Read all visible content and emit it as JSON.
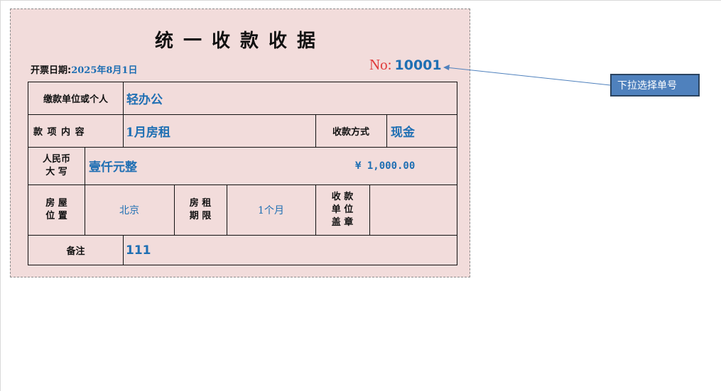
{
  "receipt": {
    "title": "统一收款收据",
    "date_label": "开票日期:",
    "date_value": "2025年8月1日",
    "no_label": "No:",
    "no_value": "10001"
  },
  "rows": {
    "payer_label": "缴款单位或个人",
    "payer_value": "轻办公",
    "item_label": "款 项 内 容",
    "item_value": "1月房租",
    "method_label": "收款方式",
    "method_value": "现金",
    "rmb_label_1": "人民币",
    "rmb_label_2": "大 写",
    "rmb_words": "壹仟元整",
    "amount": "¥ 1,000.00",
    "location_label_1": "房 屋",
    "location_label_2": "位 置",
    "location_value": "北京",
    "term_label_1": "房 租",
    "term_label_2": "期 限",
    "term_value": "1个月",
    "seal_label_1": "收 款",
    "seal_label_2": "单 位",
    "seal_label_3": "盖 章",
    "remark_label": "备注",
    "remark_value": "111"
  },
  "callout": {
    "text": "下拉选择单号"
  },
  "colors": {
    "paper": "#f2dcdb",
    "value_blue": "#1f6fb3",
    "no_red": "#e03a3a",
    "callout_blue": "#4f81bd"
  }
}
